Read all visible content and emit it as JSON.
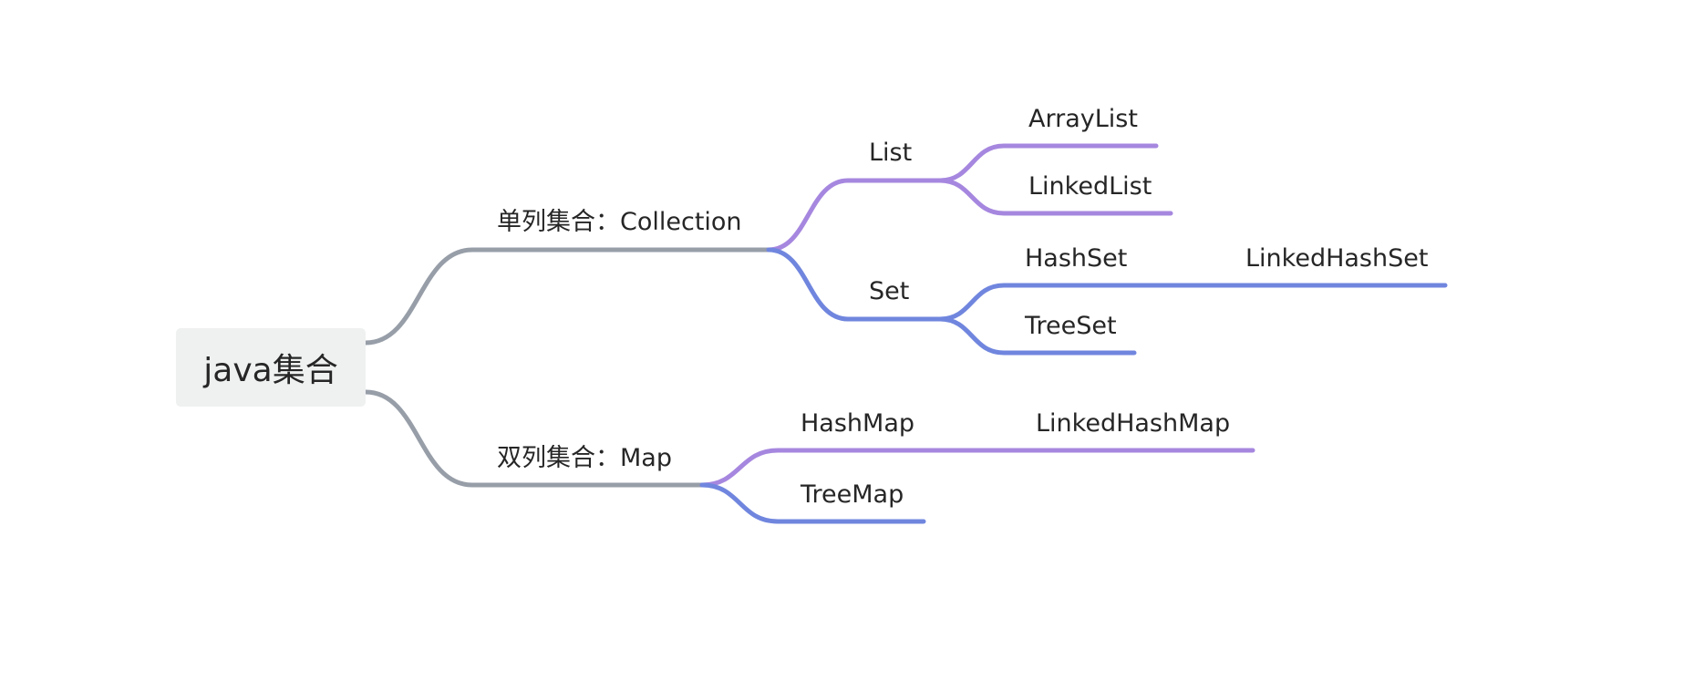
{
  "diagram": {
    "title": "",
    "colors": {
      "trunk": "#979ea8",
      "purple": "#a687df",
      "blue": "#7086de",
      "text": "#262626",
      "root_bg": "#eff0f0"
    },
    "root": {
      "label": "java集合"
    },
    "nodes": {
      "collection": {
        "label": "单列集合：Collection"
      },
      "list": {
        "label": "List"
      },
      "arraylist": {
        "label": "ArrayList"
      },
      "linkedlist": {
        "label": "LinkedList"
      },
      "set": {
        "label": "Set"
      },
      "hashset": {
        "label": "HashSet"
      },
      "linkedhashset": {
        "label": "LinkedHashSet"
      },
      "treeset": {
        "label": "TreeSet"
      },
      "map": {
        "label": "双列集合：Map"
      },
      "hashmap": {
        "label": "HashMap"
      },
      "linkedhashmap": {
        "label": "LinkedHashMap"
      },
      "treemap": {
        "label": "TreeMap"
      }
    },
    "edges": [
      {
        "from": "root",
        "to": "collection",
        "color": "trunk"
      },
      {
        "from": "root",
        "to": "map",
        "color": "trunk"
      },
      {
        "from": "collection",
        "to": "list",
        "color": "purple"
      },
      {
        "from": "collection",
        "to": "set",
        "color": "blue"
      },
      {
        "from": "list",
        "to": "arraylist",
        "color": "purple"
      },
      {
        "from": "list",
        "to": "linkedlist",
        "color": "purple"
      },
      {
        "from": "set",
        "to": "hashset",
        "color": "blue"
      },
      {
        "from": "set",
        "to": "treeset",
        "color": "blue"
      },
      {
        "from": "hashset",
        "to": "linkedhashset",
        "color": "blue"
      },
      {
        "from": "map",
        "to": "hashmap",
        "color": "purple"
      },
      {
        "from": "map",
        "to": "treemap",
        "color": "blue"
      },
      {
        "from": "hashmap",
        "to": "linkedhashmap",
        "color": "purple"
      }
    ]
  }
}
